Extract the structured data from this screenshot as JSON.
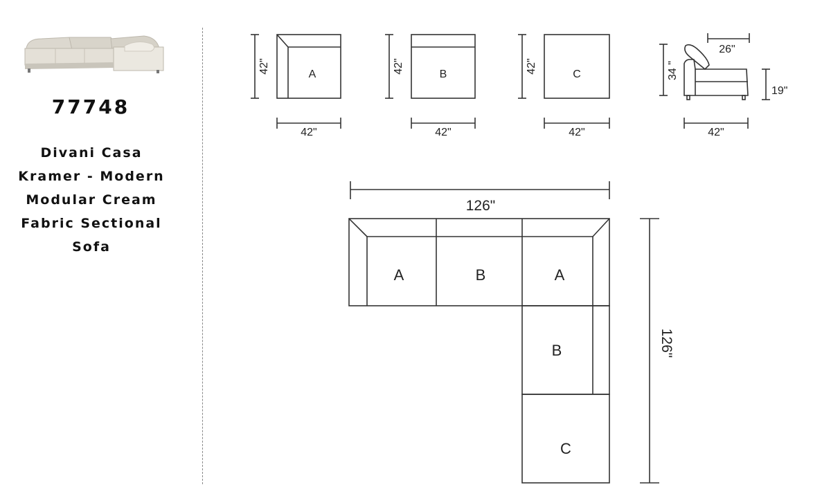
{
  "product": {
    "model": "77748",
    "name": "Divani Casa Kramer - Modern Modular Cream Fabric Sectional Sofa"
  },
  "pieces": [
    {
      "letter": "A",
      "depth": "42\"",
      "width": "42\""
    },
    {
      "letter": "B",
      "depth": "42\"",
      "width": "42\""
    },
    {
      "letter": "C",
      "depth": "42\"",
      "width": "42\""
    }
  ],
  "side_view": {
    "back_height": "34 \"",
    "seat_depth": "26\"",
    "seat_height": "19\"",
    "width": "42\""
  },
  "layout": {
    "overall_width": "126\"",
    "overall_length": "126\"",
    "top_row": [
      "A",
      "B",
      "A"
    ],
    "column": [
      "B",
      "C"
    ]
  }
}
